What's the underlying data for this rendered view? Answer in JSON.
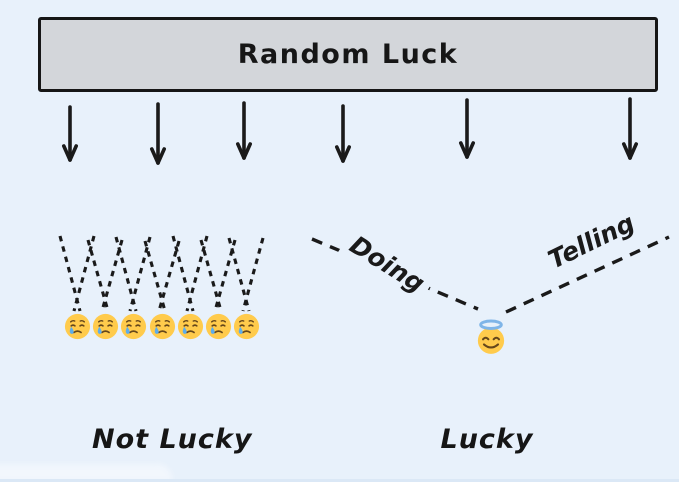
{
  "diagram": {
    "title": "Random Luck",
    "arrow_count": 6,
    "not_lucky_label": "Not Lucky",
    "lucky_label": "Lucky",
    "doing_label": "Doing",
    "telling_label": "Telling",
    "crying_emoji_count": 7,
    "crying_emoji_name": "crying-face",
    "lucky_emoji_name": "smiling-face-with-halo"
  },
  "colors": {
    "background": "#e8f1fb",
    "bottom_strip": "#dbe8f6",
    "box_fill": "#d3d6da",
    "box_border": "#161616",
    "ink": "#1a1a1a",
    "emoji_yellow": "#ffcb4c",
    "emoji_feature_brown": "#65471b",
    "tear_blue": "#5dadec",
    "halo_blue": "#7fb5e8"
  }
}
